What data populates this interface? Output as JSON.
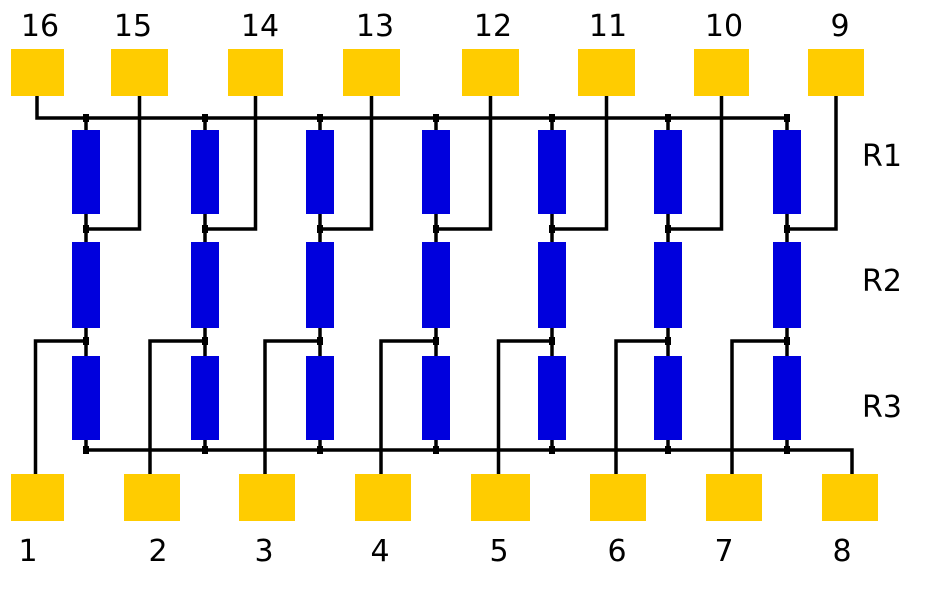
{
  "colors": {
    "pad": "#ffcc00",
    "resistor": "#0000dd",
    "wire": "#000000",
    "background": "#ffffff"
  },
  "top_pins": [
    "16",
    "15",
    "14",
    "13",
    "12",
    "11",
    "10",
    "9"
  ],
  "bottom_pins": [
    "1",
    "2",
    "3",
    "4",
    "5",
    "6",
    "7",
    "8"
  ],
  "row_labels": [
    "R1",
    "R2",
    "R3"
  ]
}
